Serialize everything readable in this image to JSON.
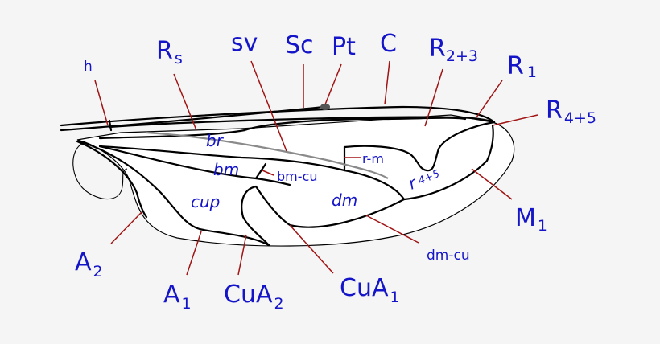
{
  "diagram": {
    "labels": {
      "h": "h",
      "rs_main": "R",
      "rs_sub": "s",
      "sv": "sv",
      "sc": "Sc",
      "pt": "Pt",
      "c": "C",
      "r23_main": "R",
      "r23_sub": "2+3",
      "r1_main": "R",
      "r1_sub": "1",
      "r45_main": "R",
      "r45_sub": "4+5",
      "m1_main": "M",
      "m1_sub": "1",
      "dmcu": "dm-cu",
      "cua1_main": "CuA",
      "cua1_sub": "1",
      "cua2_main": "CuA",
      "cua2_sub": "2",
      "a1_main": "A",
      "a1_sub": "1",
      "a2_main": "A",
      "a2_sub": "2",
      "rm": "r-m",
      "bmcu": "bm-cu"
    },
    "cells": {
      "br": "br",
      "bm": "bm",
      "cup": "cup",
      "dm": "dm",
      "r45_main": "r",
      "r45_sub": "4+5"
    }
  },
  "colors": {
    "label": "#1414c8",
    "leader": "#a01414",
    "vein": "#000000",
    "spurious_vein": "#8a8a8a",
    "background": "#f5f5f5"
  }
}
